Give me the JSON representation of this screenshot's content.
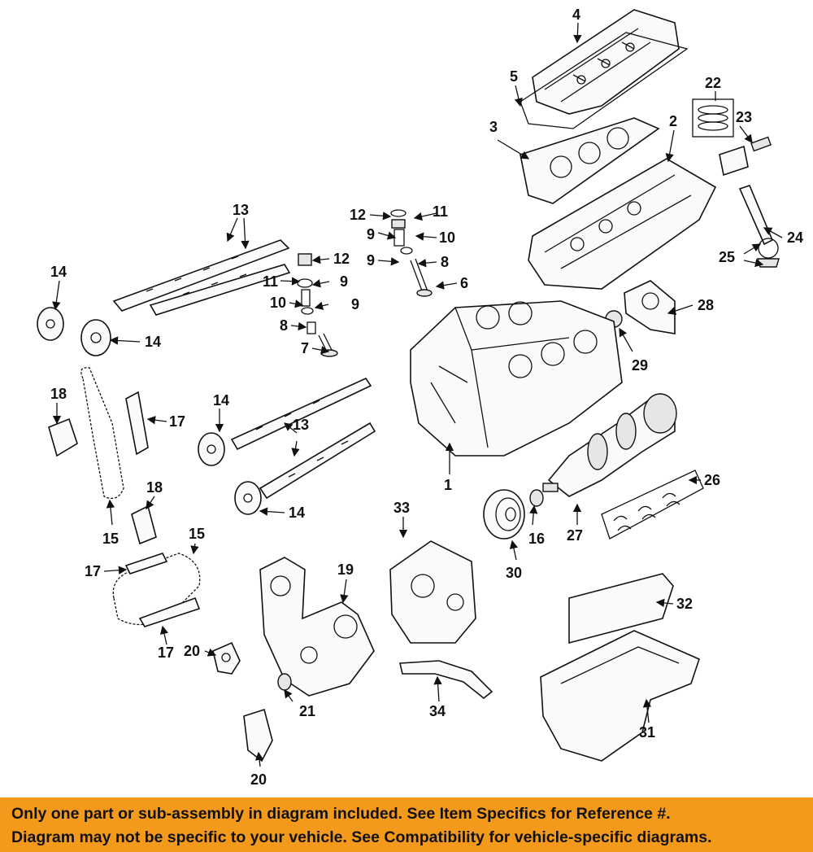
{
  "callouts": {
    "c1": "1",
    "c2": "2",
    "c3": "3",
    "c4": "4",
    "c5": "5",
    "c6": "6",
    "c7": "7",
    "c8a": "8",
    "c8b": "8",
    "c9a": "9",
    "c9b": "9",
    "c9c": "9",
    "c9d": "9",
    "c10a": "10",
    "c10b": "10",
    "c11a": "11",
    "c11b": "11",
    "c12a": "12",
    "c12b": "12",
    "c13a": "13",
    "c13b": "13",
    "c14a": "14",
    "c14b": "14",
    "c14c": "14",
    "c14d": "14",
    "c15a": "15",
    "c15b": "15",
    "c16": "16",
    "c17a": "17",
    "c17b": "17",
    "c17c": "17",
    "c18a": "18",
    "c18b": "18",
    "c19": "19",
    "c20a": "20",
    "c20b": "20",
    "c21": "21",
    "c22": "22",
    "c23": "23",
    "c24": "24",
    "c25": "25",
    "c26": "26",
    "c27": "27",
    "c28": "28",
    "c29": "29",
    "c30": "30",
    "c31": "31",
    "c32": "32",
    "c33": "33",
    "c34": "34"
  },
  "banner": {
    "line1": "Only one part or sub-assembly in diagram included. See Item Specifics for Reference #.",
    "line2": "Diagram may not be specific to your vehicle. See Compatibility for vehicle-specific diagrams."
  },
  "colors": {
    "banner_bg": "#f39a1d",
    "line": "#111111"
  }
}
